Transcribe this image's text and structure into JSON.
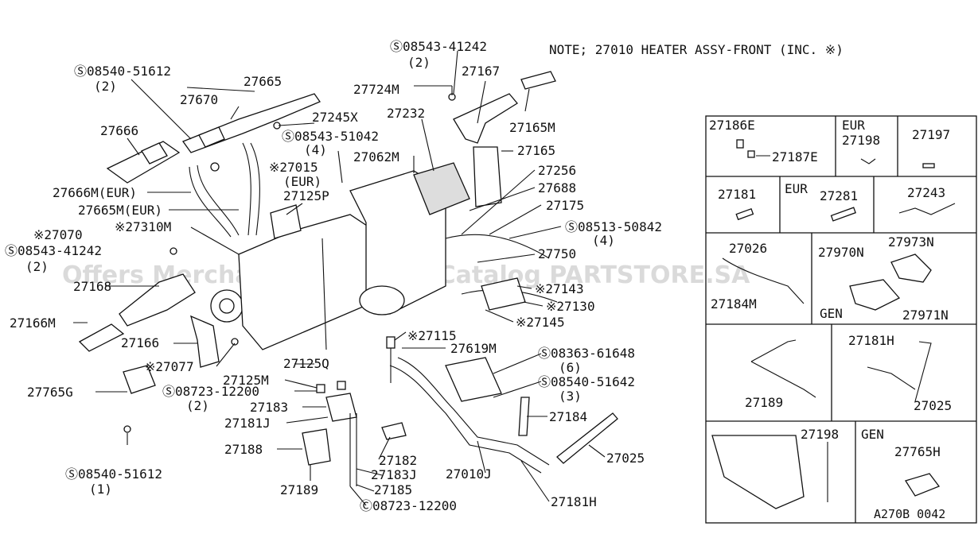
{
  "note": "NOTE; 27010 HEATER ASSY-FRONT (INC. ※)",
  "watermark": "Offers Merchant Auto Parts Catalog PARTSTORE.SA",
  "diagram_code": "A270B 0042",
  "labels": {
    "s08540_51612_top": "Ⓢ08540-51612",
    "q2_a": "(2)",
    "p27665": "27665",
    "p27670": "27670",
    "p27666": "27666",
    "p27666m": "27666M(EUR)",
    "p27665m": "27665M(EUR)",
    "p27070": "※27070",
    "s08543_41242_left": "Ⓢ08543-41242",
    "q2_b": "(2)",
    "p27168": "27168",
    "p27166m": "27166M",
    "p27166": "27166",
    "p27077": "※27077",
    "p27765g": "27765G",
    "s08540_51612_bot": "Ⓢ08540-51612",
    "q1": "(1)",
    "p27310m": "※27310M",
    "s08543_41242_top": "Ⓢ08543-41242",
    "q2_c": "(2)",
    "p27167": "27167",
    "p27724m": "27724M",
    "p27232": "27232",
    "p27245x": "27245X",
    "s08543_51042": "Ⓢ08543-51042",
    "q4_a": "(4)",
    "p27062m": "27062M",
    "p27015": "※27015",
    "eur_a": "(EUR)",
    "p27125p": "27125P",
    "p27165m": "27165M",
    "p27165": "27165",
    "p27256": "27256",
    "p27688": "27688",
    "p27175": "27175",
    "s08513_50842": "Ⓢ08513-50842",
    "q4_b": "(4)",
    "p27750": "27750",
    "p27143": "※27143",
    "p27130": "※27130",
    "p27145": "※27145",
    "p27115": "※27115",
    "p27619m": "27619M",
    "s08363_61648": "Ⓢ08363-61648",
    "q6": "(6)",
    "s08540_51642": "Ⓢ08540-51642",
    "q3": "(3)",
    "p27184": "27184",
    "p27025_main": "27025",
    "p27125q": "27125Q",
    "p27125m": "27125M",
    "s08723_12200": "Ⓢ08723-12200",
    "q2_d": "(2)",
    "p27183": "27183",
    "p27181j": "27181J",
    "p27188": "27188",
    "p27189_main": "27189",
    "p27182": "27182",
    "p27183j": "27183J",
    "p27185": "27185",
    "c08723_12200": "Ⓒ08723-12200",
    "p27010j": "27010J",
    "p27181h_main": "27181H"
  },
  "panel": {
    "p27186e": "27186E",
    "p27187e": "27187E",
    "eur_1": "EUR",
    "p27198_a": "27198",
    "p27197": "27197",
    "p27181": "27181",
    "eur_2": "EUR",
    "p27281": "27281",
    "p27243": "27243",
    "p27026": "27026",
    "p27970n": "27970N",
    "p27973n": "27973N",
    "p27184m": "27184M",
    "gen_1": "GEN",
    "p27971n": "27971N",
    "p27189": "27189",
    "p27181h": "27181H",
    "p27025": "27025",
    "p27198_b": "27198",
    "gen_2": "GEN",
    "p27765h": "27765H"
  }
}
